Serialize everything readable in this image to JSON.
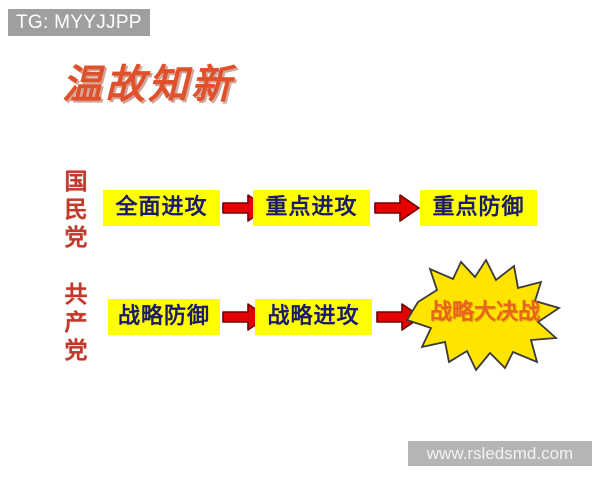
{
  "slide": {
    "background_color": "#ffffff",
    "title": "温故知新"
  },
  "overlays": {
    "tg_banner": {
      "text": "TG: MYYJJPP",
      "background_color": "#9f9f9f",
      "text_color": "#ffffff"
    },
    "watermark": {
      "text": "www.rsledsmd.com",
      "background_color": "#b5b5b5",
      "text_color": "#f2f2f2"
    }
  },
  "colors": {
    "box_fill": "#ffff00",
    "box_text": "#1a1a6e",
    "arrow_fill": "#e60000",
    "arrow_outline": "#6e0000",
    "star_fill": "#ffe400",
    "star_outline": "#333333",
    "star_text": "#e8631e",
    "party_label": "#c0392b",
    "title_text": "#e0502a"
  },
  "rows": [
    {
      "party_label": "国民党",
      "party_label_chars": [
        "国",
        "民",
        "党"
      ],
      "steps": [
        "全面进攻",
        "重点进攻",
        "重点防御"
      ],
      "arrows": [
        "arrow-right",
        "arrow-right"
      ]
    },
    {
      "party_label": "共产党",
      "party_label_chars": [
        "共",
        "产",
        "党"
      ],
      "steps": [
        "战略防御",
        "战略进攻"
      ],
      "arrows": [
        "arrow-right",
        "arrow-right"
      ],
      "finale": "战略大决战"
    }
  ]
}
